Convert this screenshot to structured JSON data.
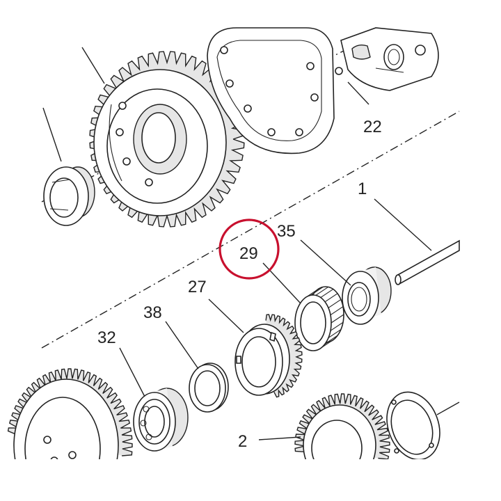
{
  "diagram": {
    "callout_labels": {
      "p1": "1",
      "p2": "2",
      "p22": "22",
      "p27": "27",
      "p29": "29",
      "p32": "32",
      "p35": "35",
      "p38": "38"
    },
    "highlight_color": "#c8102e",
    "line_color": "#222222",
    "background_color": "#ffffff"
  }
}
